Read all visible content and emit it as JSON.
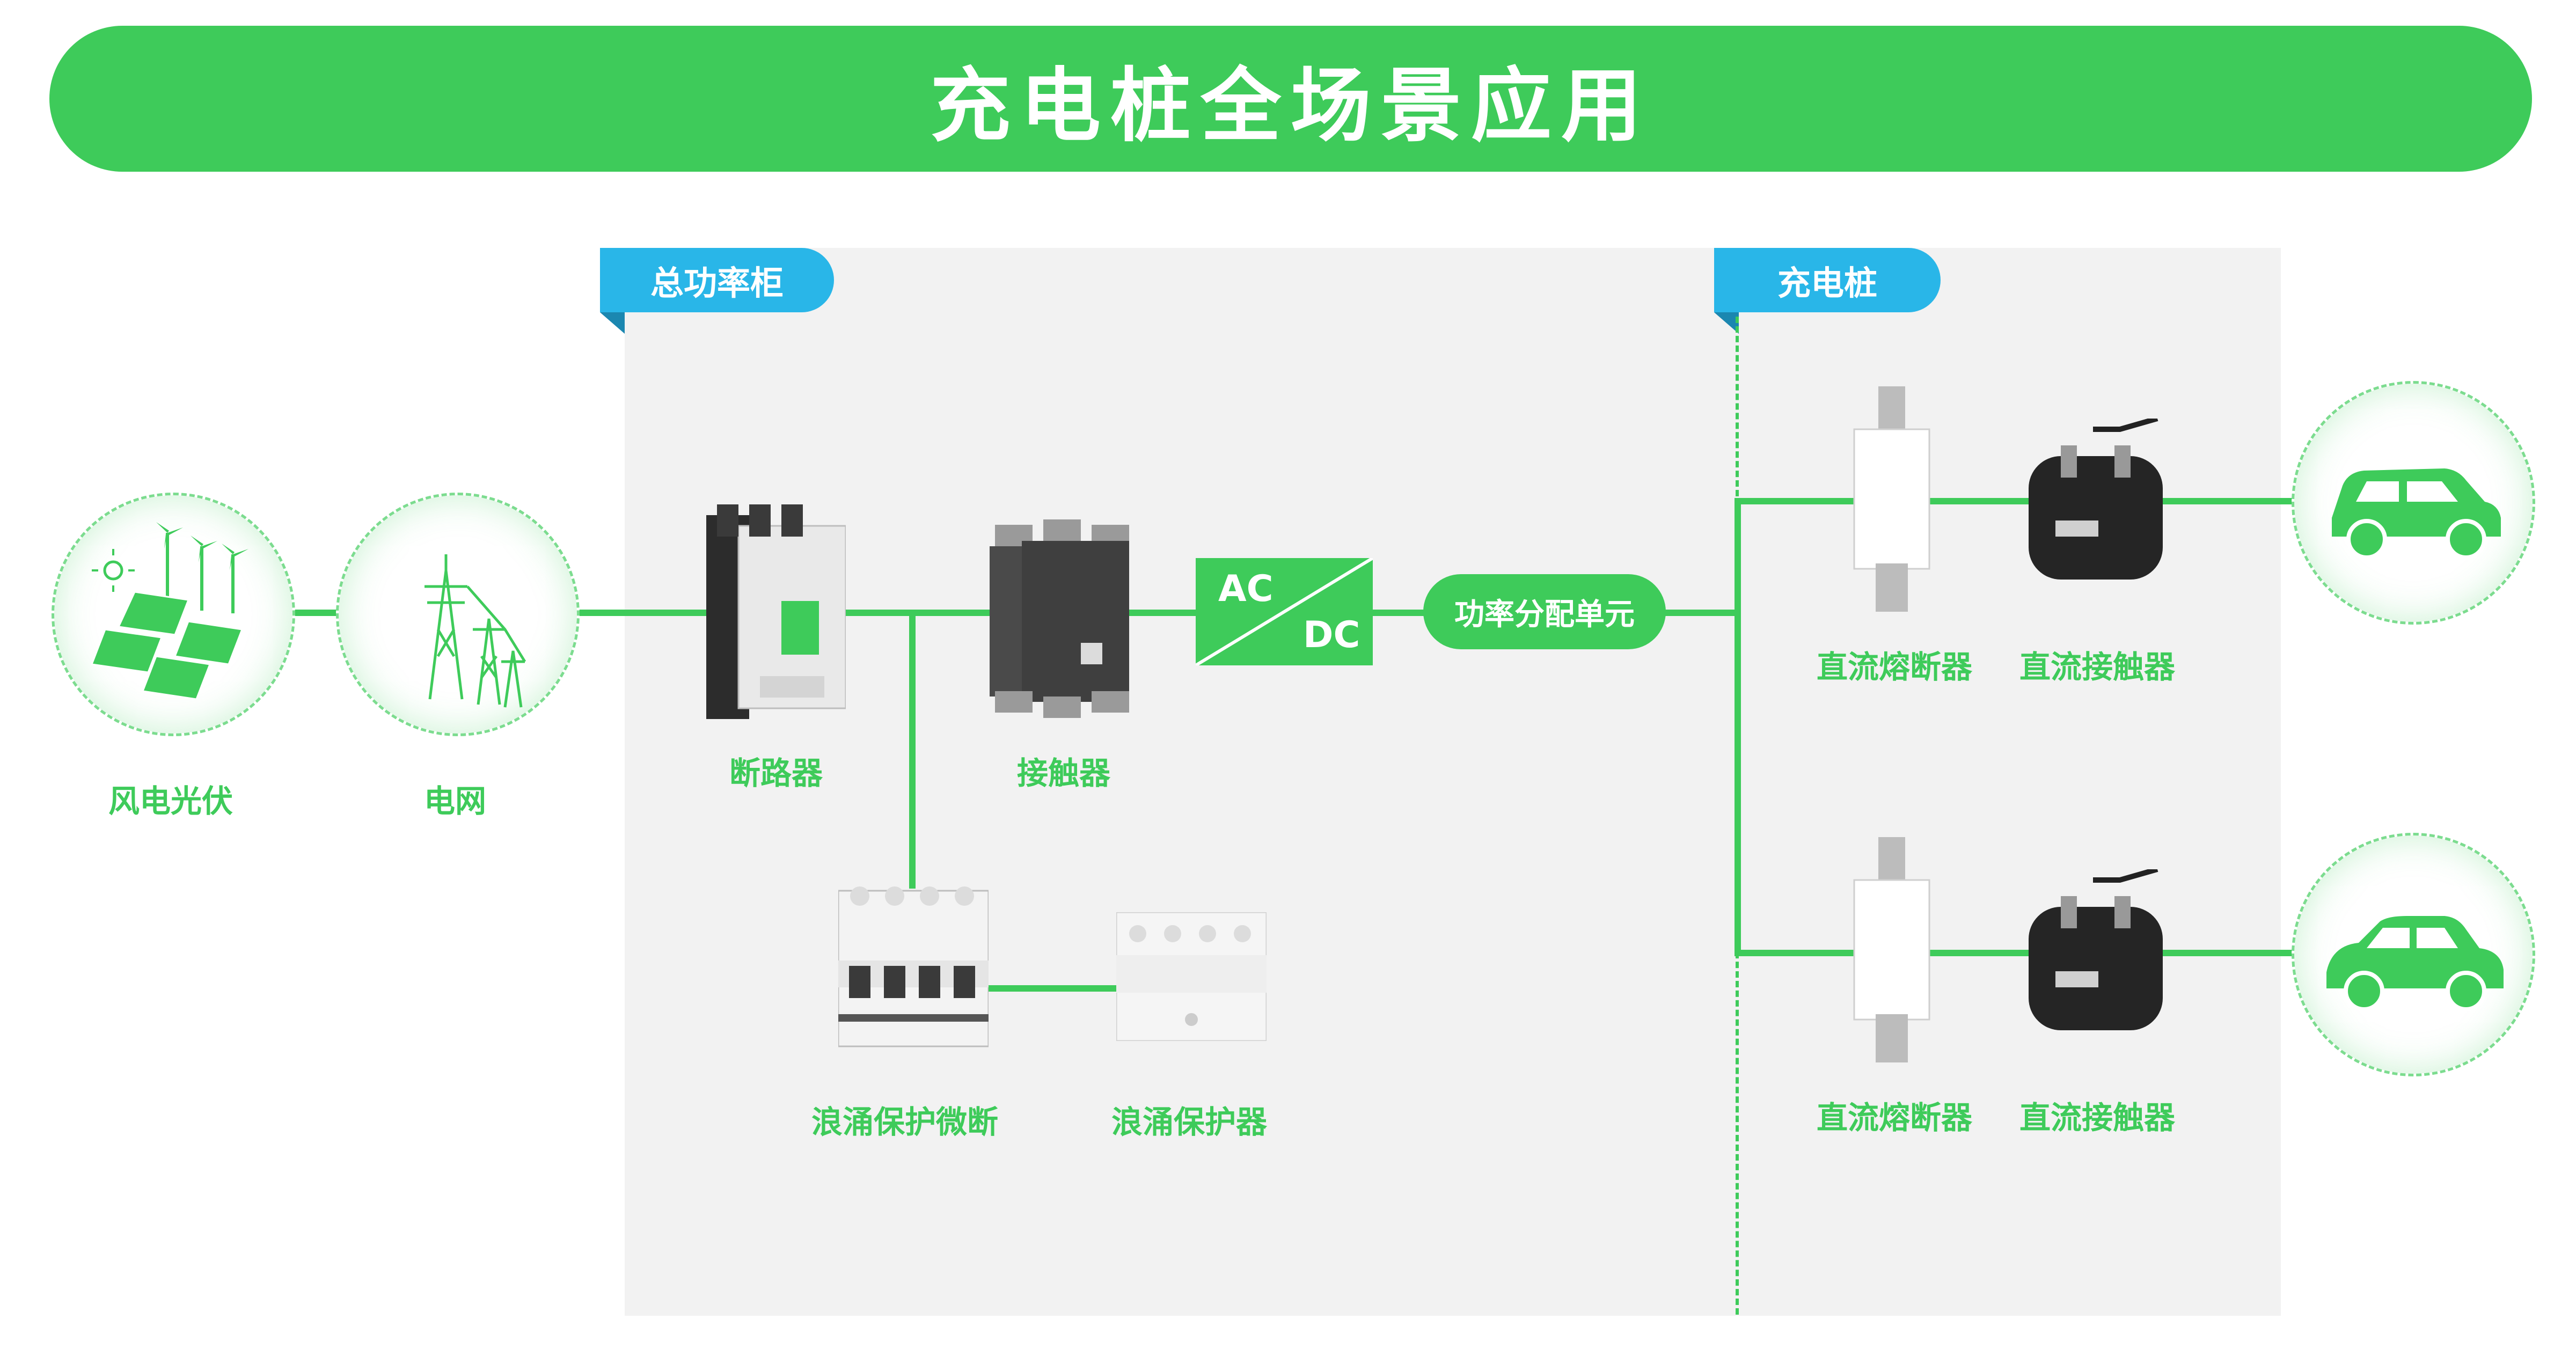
{
  "title": "充电桩全场景应用",
  "sections": {
    "power_cabinet": "总功率柜",
    "charging_pile": "充电桩"
  },
  "sources": {
    "wind_solar": "风电光伏",
    "grid": "电网"
  },
  "devices": {
    "breaker": "断路器",
    "contactor": "接触器",
    "surge_mcb": "浪涌保护微断",
    "surge_protector": "浪涌保护器",
    "ac": "AC",
    "dc": "DC",
    "power_unit": "功率分配单元",
    "dc_fuse_top": "直流熔断器",
    "dc_contactor_top": "直流接触器",
    "dc_fuse_bottom": "直流熔断器",
    "dc_contactor_bottom": "直流接触器"
  },
  "colors": {
    "green": "#3ecb5a",
    "blue": "#29b6e8",
    "panel": "#f2f2f2"
  }
}
